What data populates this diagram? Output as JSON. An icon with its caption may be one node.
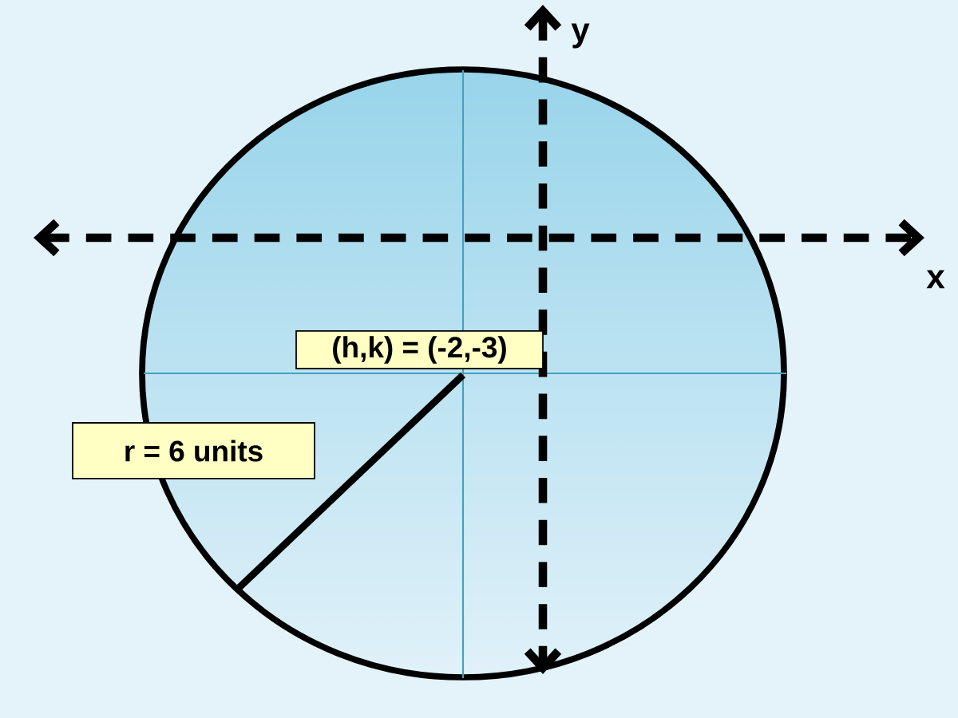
{
  "diagram": {
    "nodes": [
      {
        "text": [
          "(h,k) = (-2,-3)"
        ]
      },
      {
        "text": [
          "r = 6 units"
        ]
      }
    ],
    "labels": [
      "y",
      "x"
    ]
  }
}
